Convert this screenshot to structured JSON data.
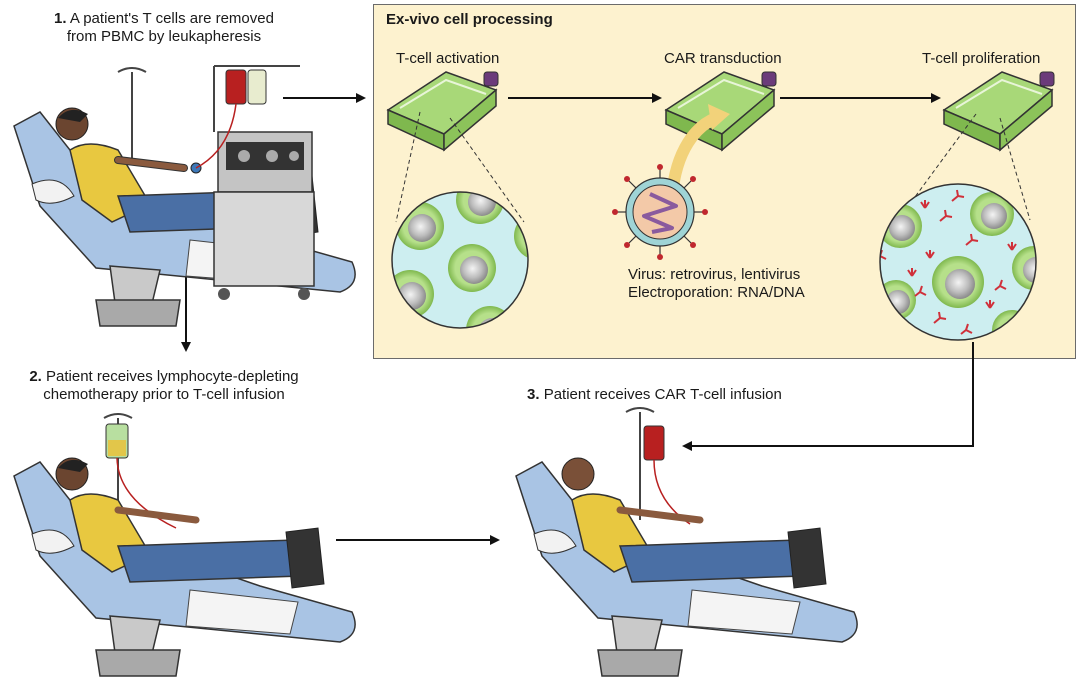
{
  "step1": {
    "number": "1.",
    "line1": "A patient's T cells are removed",
    "line2": "from PBMC by leukapheresis"
  },
  "step2": {
    "number": "2.",
    "line1": "Patient receives lymphocyte-depleting",
    "line2": "chemotherapy prior to T-cell infusion"
  },
  "step3": {
    "number": "3.",
    "line1": "Patient receives CAR T-cell infusion"
  },
  "panel": {
    "title": "Ex-vivo cell processing",
    "stage1": "T-cell activation",
    "stage2": "CAR transduction",
    "stage3": "T-cell proliferation",
    "virus_line": "Virus: retrovirus, lentivirus",
    "electro_line": "Electroporation: RNA/DNA"
  },
  "colors": {
    "panel_bg": "#fdf2cf",
    "cell_green": "#9ccf6a",
    "cell_core": "#c8c8c8",
    "dish_liquid": "#a8d878",
    "zoom_bg": "#cdeef0",
    "antibody_red": "#d0303a",
    "virus_purple": "#8a5a9e",
    "chair_blue": "#a9c4e4",
    "shirt_yellow": "#e8c840",
    "jeans_blue": "#4a6fa5",
    "blood_red": "#b82020"
  }
}
